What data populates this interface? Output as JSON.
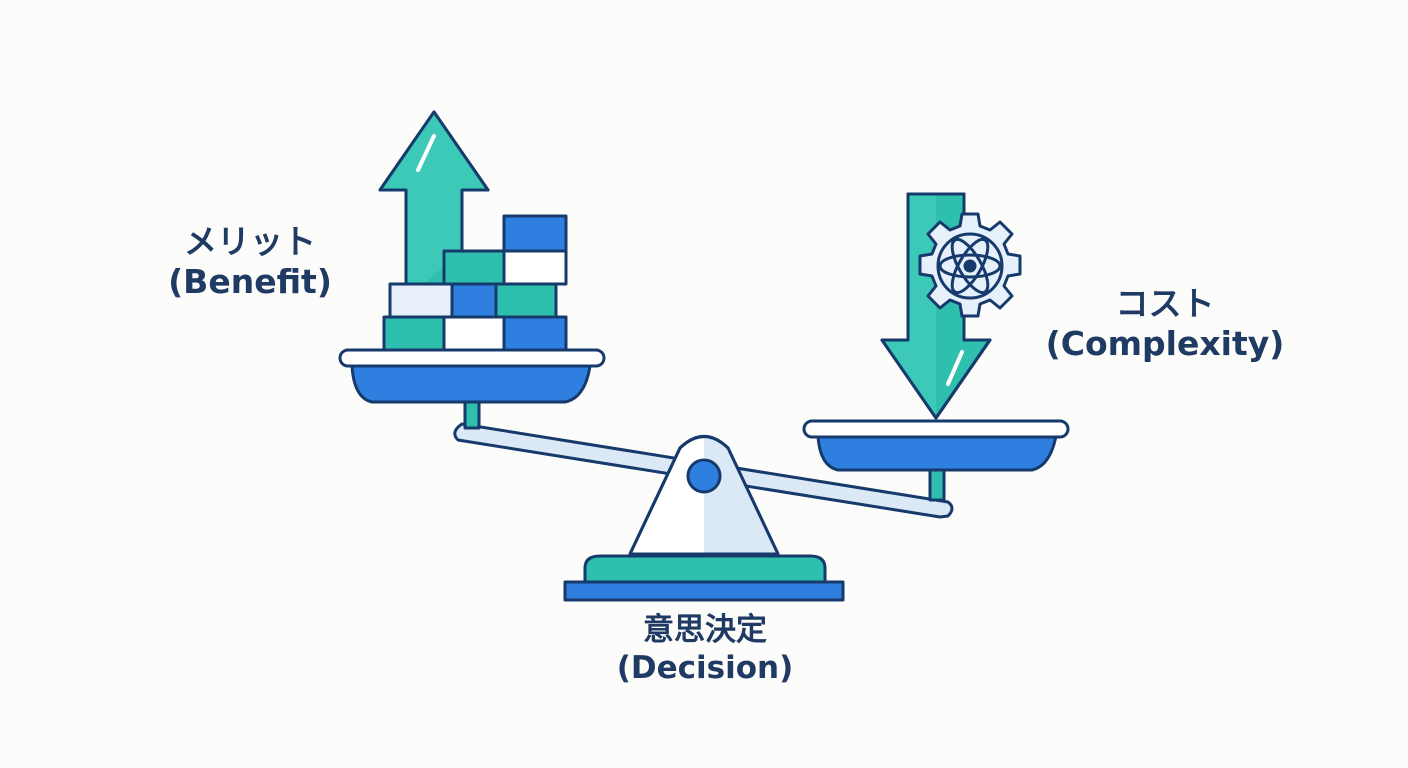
{
  "benefit": {
    "label_jp": "メリット",
    "label_en": "(Benefit)"
  },
  "cost": {
    "label_jp": "コスト",
    "label_en": "(Complexity)"
  },
  "decision": {
    "label_jp": "意思決定",
    "label_en": "(Decision)"
  },
  "icons": [
    "up-arrow-icon",
    "stacked-blocks-icon",
    "down-arrow-icon",
    "gear-atom-icon",
    "balance-scale-icon"
  ],
  "colors": {
    "teal": "#2ebfae",
    "blue": "#2e7fe0",
    "outline": "#163a6b",
    "light_blue": "#dbe8f6",
    "background": "#fcfcfa"
  }
}
